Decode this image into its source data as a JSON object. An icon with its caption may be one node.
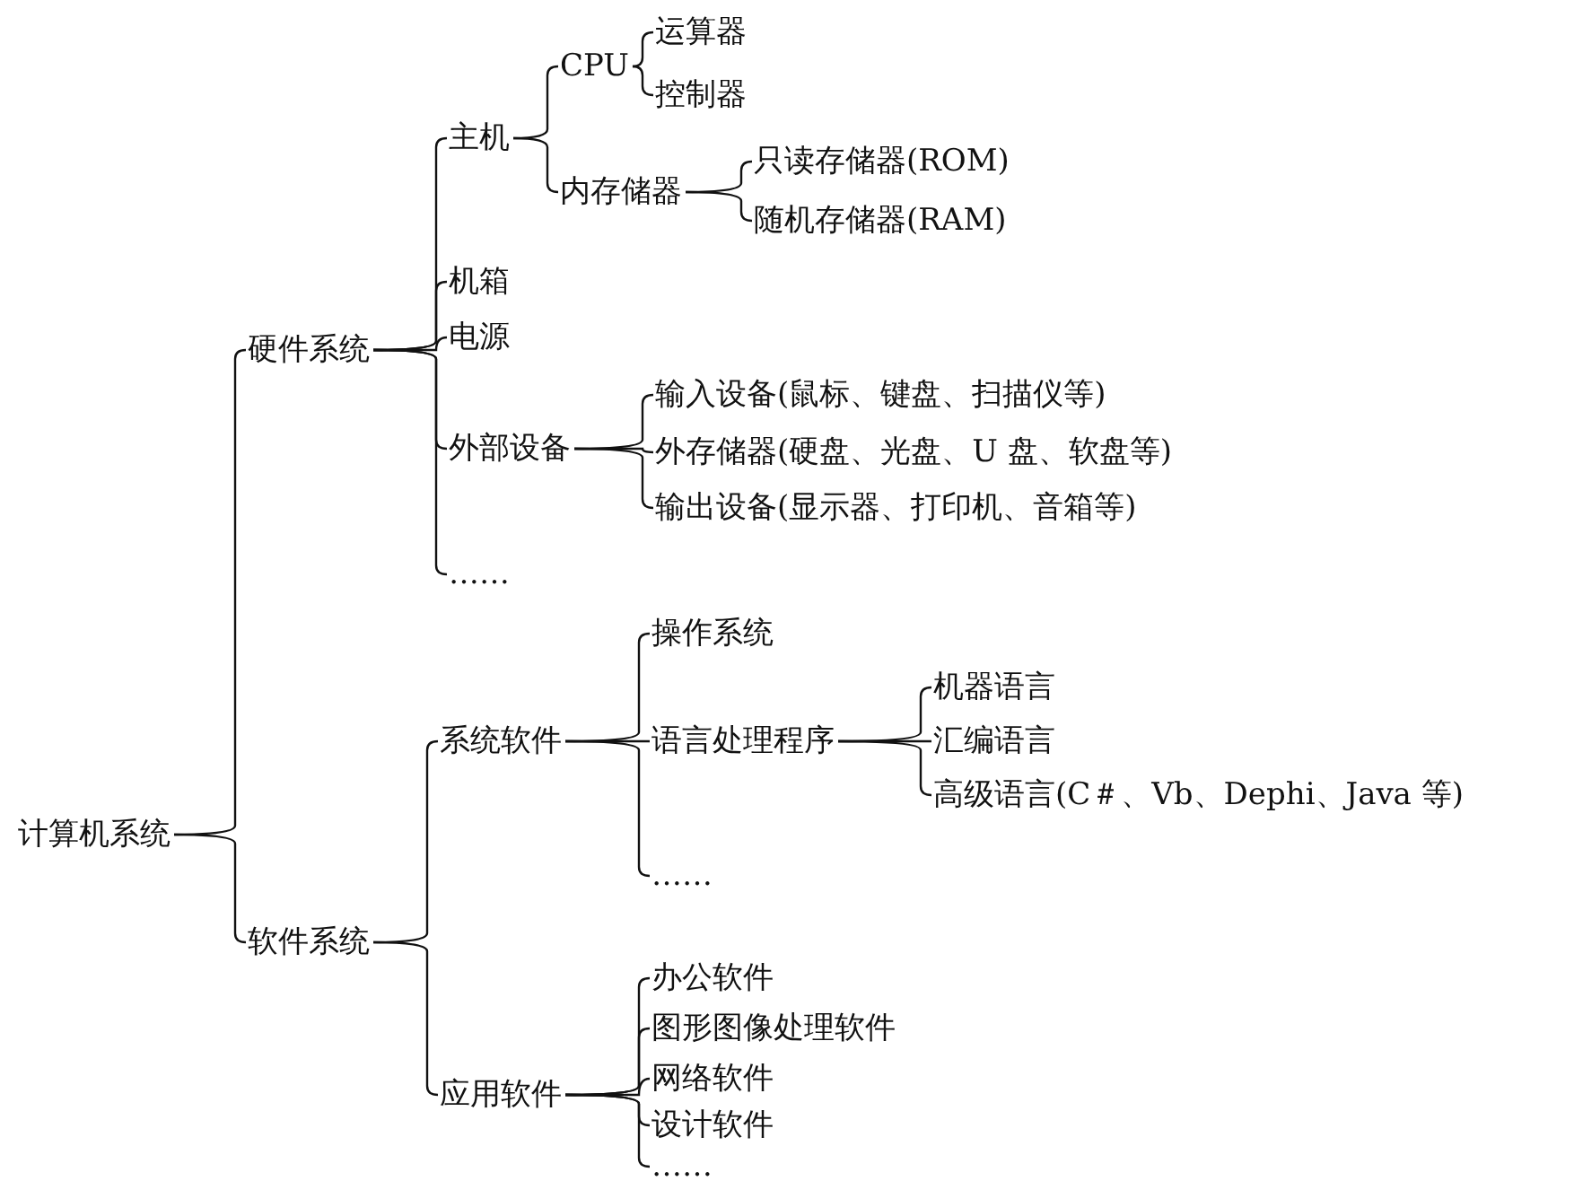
{
  "diagram": {
    "nodes": [
      {
        "text": [
          "计算机系统"
        ]
      },
      {
        "text": [
          "硬件系统"
        ]
      },
      {
        "text": [
          "主机"
        ]
      },
      {
        "text": [
          "CPU"
        ]
      },
      {
        "text": [
          "运算器"
        ]
      },
      {
        "text": [
          "控制器"
        ]
      },
      {
        "text": [
          "内存储器"
        ]
      },
      {
        "text": [
          "只读存储器(ROM)"
        ]
      },
      {
        "text": [
          "随机存储器(RAM)"
        ]
      },
      {
        "text": [
          "机箱"
        ]
      },
      {
        "text": [
          "电源"
        ]
      },
      {
        "text": [
          "外部设备"
        ]
      },
      {
        "text": [
          "输入设备(鼠标、键盘、扫描仪等)"
        ]
      },
      {
        "text": [
          "外存储器(硬盘、光盘、U 盘、软盘等)"
        ]
      },
      {
        "text": [
          "输出设备(显示器、打印机、音箱等)"
        ]
      },
      {
        "text": [
          "……"
        ]
      },
      {
        "text": [
          "软件系统"
        ]
      },
      {
        "text": [
          "系统软件"
        ]
      },
      {
        "text": [
          "操作系统"
        ]
      },
      {
        "text": [
          "语言处理程序"
        ]
      },
      {
        "text": [
          "机器语言"
        ]
      },
      {
        "text": [
          "汇编语言"
        ]
      },
      {
        "text": [
          "高级语言(C＃、Vb、Dephi、Java 等)"
        ]
      },
      {
        "text": [
          "……"
        ]
      },
      {
        "text": [
          "应用软件"
        ]
      },
      {
        "text": [
          "办公软件"
        ]
      },
      {
        "text": [
          "图形图像处理软件"
        ]
      },
      {
        "text": [
          "网络软件"
        ]
      },
      {
        "text": [
          "设计软件"
        ]
      },
      {
        "text": [
          "……"
        ]
      }
    ],
    "edges": [
      {
        "from": 0,
        "to": 1,
        "arrow": "none"
      },
      {
        "from": 0,
        "to": 16,
        "arrow": "none"
      },
      {
        "from": 1,
        "to": 2,
        "arrow": "none"
      },
      {
        "from": 1,
        "to": 9,
        "arrow": "none"
      },
      {
        "from": 1,
        "to": 10,
        "arrow": "none"
      },
      {
        "from": 1,
        "to": 11,
        "arrow": "none"
      },
      {
        "from": 1,
        "to": 15,
        "arrow": "none"
      },
      {
        "from": 2,
        "to": 3,
        "arrow": "none"
      },
      {
        "from": 2,
        "to": 6,
        "arrow": "none"
      },
      {
        "from": 3,
        "to": 4,
        "arrow": "none"
      },
      {
        "from": 3,
        "to": 5,
        "arrow": "none"
      },
      {
        "from": 6,
        "to": 7,
        "arrow": "none"
      },
      {
        "from": 6,
        "to": 8,
        "arrow": "none"
      },
      {
        "from": 11,
        "to": 12,
        "arrow": "none"
      },
      {
        "from": 11,
        "to": 13,
        "arrow": "none"
      },
      {
        "from": 11,
        "to": 14,
        "arrow": "none"
      },
      {
        "from": 16,
        "to": 17,
        "arrow": "none"
      },
      {
        "from": 16,
        "to": 24,
        "arrow": "none"
      },
      {
        "from": 17,
        "to": 18,
        "arrow": "none"
      },
      {
        "from": 17,
        "to": 19,
        "arrow": "none"
      },
      {
        "from": 17,
        "to": 23,
        "arrow": "none"
      },
      {
        "from": 19,
        "to": 20,
        "arrow": "none"
      },
      {
        "from": 19,
        "to": 21,
        "arrow": "none"
      },
      {
        "from": 19,
        "to": 22,
        "arrow": "none"
      },
      {
        "from": 24,
        "to": 25,
        "arrow": "none"
      },
      {
        "from": 24,
        "to": 26,
        "arrow": "none"
      },
      {
        "from": 24,
        "to": 27,
        "arrow": "none"
      },
      {
        "from": 24,
        "to": 28,
        "arrow": "none"
      },
      {
        "from": 24,
        "to": 29,
        "arrow": "none"
      }
    ]
  }
}
